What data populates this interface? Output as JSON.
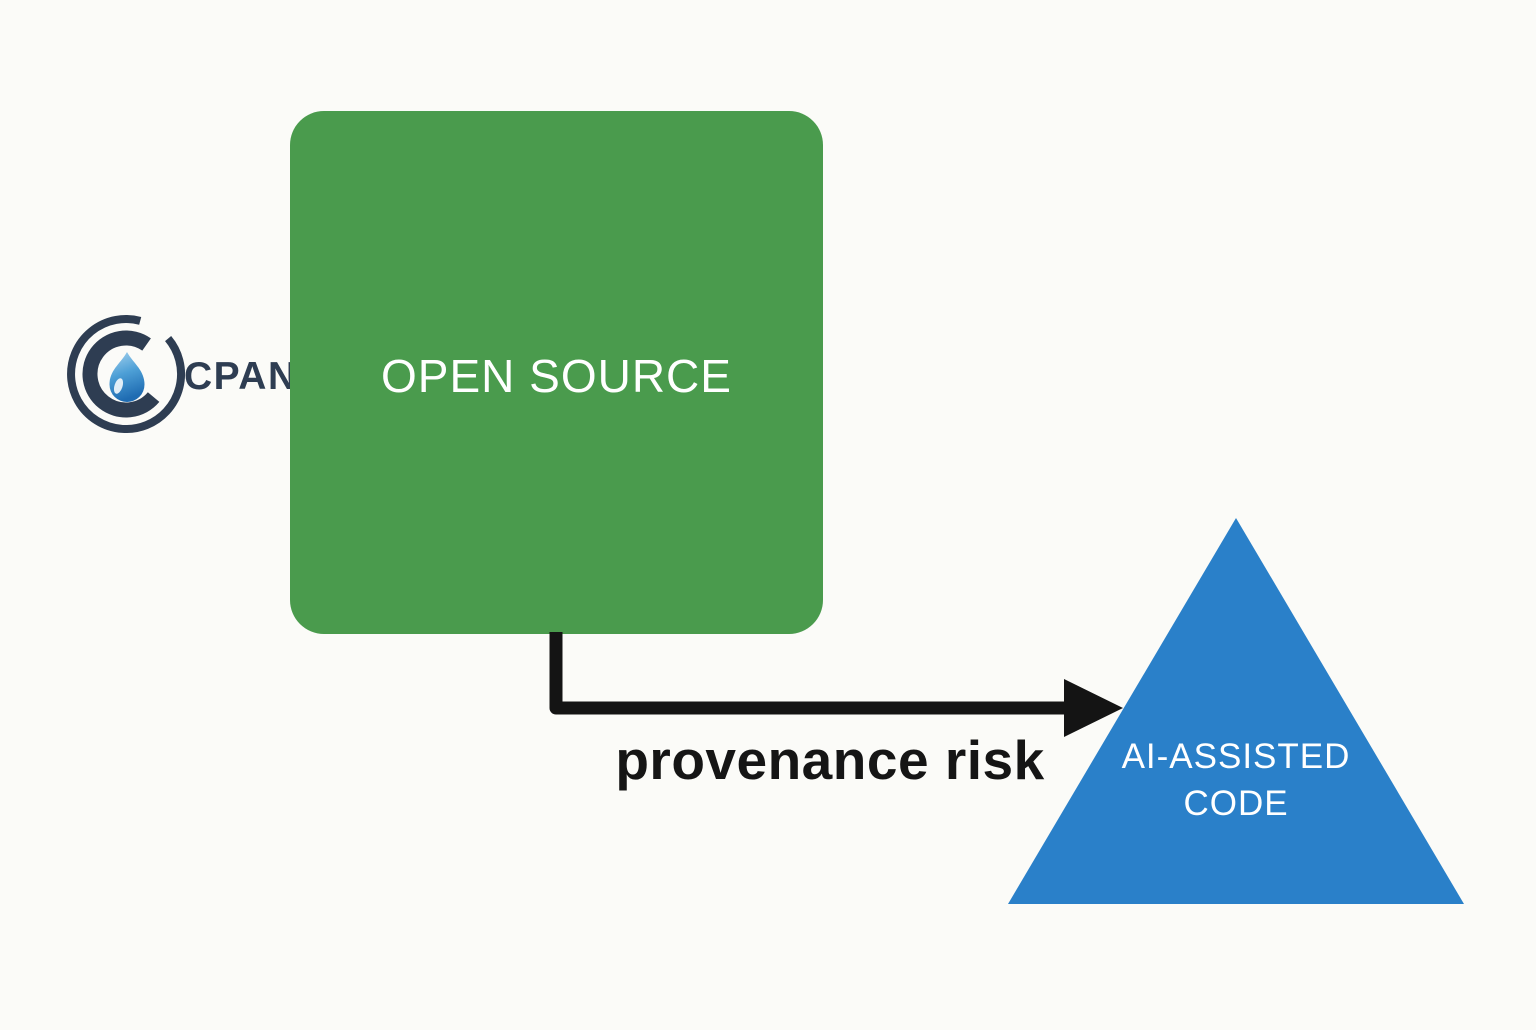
{
  "diagram": {
    "logo": {
      "text": "CPAN"
    },
    "source_box": {
      "label": "OPEN SOURCE"
    },
    "arrow_label": "provenance risk",
    "target_triangle": {
      "label": "AI-ASSISTED CODE"
    }
  },
  "colors": {
    "background": "#fbfbf8",
    "box_green": "#4a9b4d",
    "triangle_blue": "#2a80c9",
    "arrow_black": "#141414",
    "logo_navy": "#2e3d52",
    "droplet_light": "#a5d2ee",
    "droplet_mid": "#4d9fd6",
    "droplet_dark": "#1f6cb2",
    "label_text": "#151515",
    "box_text": "#ffffff"
  },
  "icons": {
    "logo_icon": "cpan-droplet-ring-icon",
    "arrow_icon": "right-arrow-icon"
  }
}
